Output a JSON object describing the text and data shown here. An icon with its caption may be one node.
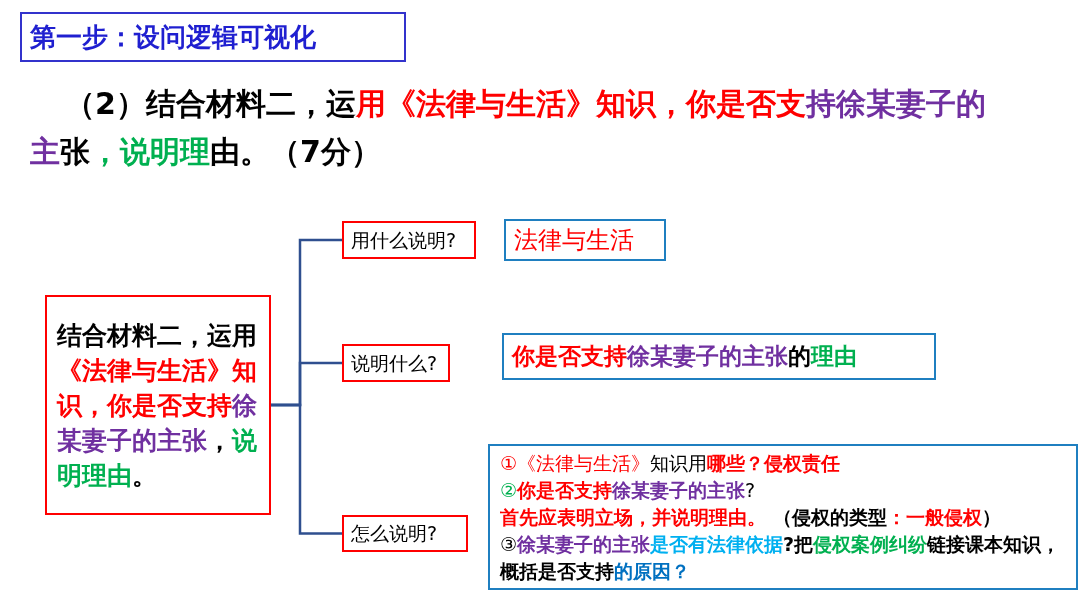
{
  "diagram": {
    "title": "第一步：设问逻辑可视化",
    "nodes": [
      {
        "text": [
          "结合材料二，运用《法律与生活》知识，你是否支持徐某妻子的主张，说明理由。"
        ]
      },
      {
        "text": [
          "用什么说明?"
        ]
      },
      {
        "text": [
          "法律与生活"
        ]
      },
      {
        "text": [
          "说明什么?"
        ]
      },
      {
        "text": [
          "你是否支持徐某妻子的主张的理由"
        ]
      },
      {
        "text": [
          "怎么说明?"
        ]
      },
      {
        "text": [
          "①《法律与生活》知识用哪些？侵权责任",
          "②你是否支持徐某妻子的主张?",
          "首先应表明立场，并说明理由。 （侵权的类型：一般侵权）",
          "③徐某妻子的主张是否有法律依据?把侵权案例纠纷链接课本知识，概括是否支持的原因？"
        ]
      }
    ],
    "edges": [
      {
        "from": 0,
        "to": 1,
        "arrow": "none"
      },
      {
        "from": 0,
        "to": 3,
        "arrow": "none"
      },
      {
        "from": 0,
        "to": 5,
        "arrow": "none"
      }
    ],
    "labels": [
      "（2）结合材料二，运用《法律与生活》知识，你是否支持徐某妻子的主张，说明理由。（7分）"
    ]
  }
}
